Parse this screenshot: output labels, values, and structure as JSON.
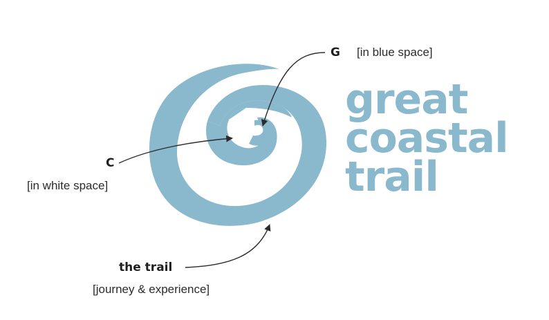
{
  "colors": {
    "brand_blue": "#8ab8cc",
    "annotation_ink": "#2b2b2b",
    "background": "#ffffff"
  },
  "logo": {
    "mark_icon": "spiral-icon",
    "wordmark": [
      "great",
      "coastal",
      "trail"
    ]
  },
  "annotations": {
    "g": {
      "title": "G",
      "note": "[in blue space]"
    },
    "c": {
      "title": "C",
      "note": "[in white space]"
    },
    "trail": {
      "title": "the trail",
      "note": "[journey & experience]"
    }
  }
}
